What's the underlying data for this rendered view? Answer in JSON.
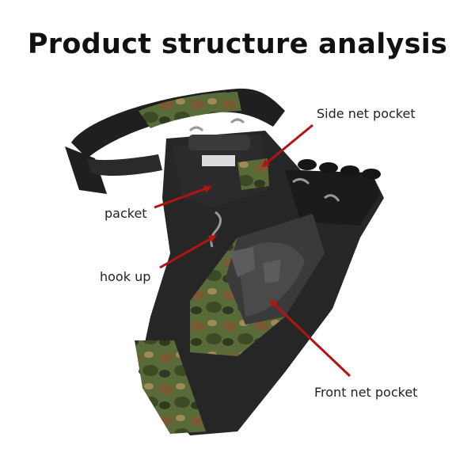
{
  "title": "Product structure analysis",
  "labels": {
    "side_net_pocket": "Side net pocket",
    "packet": "packet",
    "hook_up": "hook up",
    "front_net_pocket": "Front net pocket"
  },
  "colors": {
    "arrow": "#b21414",
    "fabric": "#262626",
    "camo_green": "#5a6b3a",
    "camo_brown": "#7a5a32"
  }
}
